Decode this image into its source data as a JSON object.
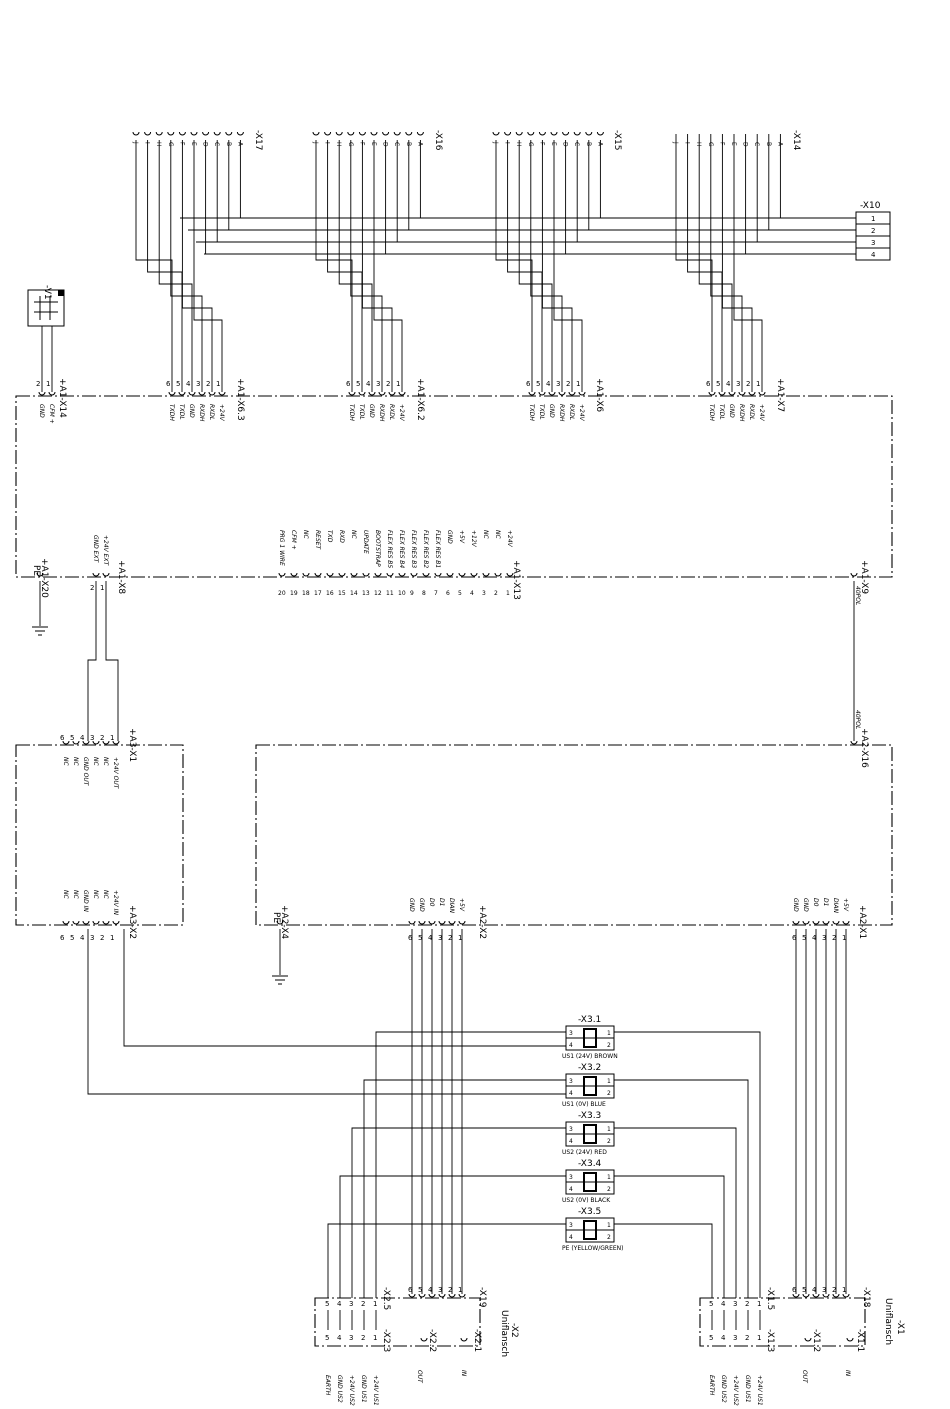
{
  "terminals": {
    "x17": "-X17",
    "x16": "-X16",
    "x15": "-X15",
    "x14": "-X14",
    "x10": "-X10",
    "v1": "-V1",
    "a1x14": "+A1-X14",
    "a1x63": "+A1-X6.3",
    "a1x62": "+A1-X6.2",
    "a1x6": "+A1-X6",
    "a1x7": "+A1-X7",
    "a1x20": "+A1-X20",
    "a1x8": "+A1-X8",
    "a1x13": "+A1-X13",
    "a1x9": "+A1-X9",
    "a3x1": "+A3-X1",
    "a3x2": "+A3-X2",
    "a2x16": "+A2-X16",
    "a2x4": "+A2-X4",
    "a2x2": "+A2-X2",
    "a2x1": "+A2-X1",
    "x31": "-X3.1",
    "x32": "-X3.2",
    "x33": "-X3.3",
    "x34": "-X3.4",
    "x35": "-X3.5",
    "x19": "-X19",
    "x25": "-X2.5",
    "x23": "-X2.3",
    "x22": "-X2.2",
    "x21": "-X2.1",
    "x18": "-X18",
    "x15b": "-X1.5",
    "x13b": "-X1.3",
    "x12": "-X1.2",
    "x11": "-X1.1",
    "x2": "-X2",
    "x1": "-X1",
    "uniflansch": "Uniflansch",
    "pe": "PE"
  },
  "x10_pins": [
    "1",
    "2",
    "3",
    "4"
  ],
  "bus_letters": [
    "J",
    "I",
    "H",
    "G",
    "F",
    "E",
    "D",
    "C",
    "B",
    "A"
  ],
  "x6_pins": [
    "6",
    "5",
    "4",
    "3",
    "2",
    "1"
  ],
  "x6_signals": [
    "TXDH",
    "TXDL",
    "GND",
    "RXDH",
    "RXDL",
    "+24V"
  ],
  "x14_pins": [
    "2",
    "1"
  ],
  "x14_signals": [
    "GND",
    "CFM +"
  ],
  "x8_pins": [
    "2",
    "1"
  ],
  "x8_signals": [
    "GND EXT",
    "+24V EXT"
  ],
  "x13_pins": [
    "20",
    "19",
    "18",
    "17",
    "16",
    "15",
    "14",
    "13",
    "12",
    "11",
    "10",
    "9",
    "8",
    "7",
    "6",
    "5",
    "4",
    "3",
    "2",
    "1"
  ],
  "x13_signals": [
    "PRG 1 WIRE",
    "CFM +",
    "NC",
    "RESET",
    "TXD",
    "RXD",
    "NC",
    "UPDATE",
    "BOOTSTRAP",
    "FLEX RES B5",
    "FLEX RES B4",
    "FLEX RES B3",
    "FLEX RES B2",
    "FLEX RES B1",
    "GND",
    "+5V",
    "+12V",
    "NC",
    "NC",
    "+24V"
  ],
  "x9_signal": "40POL",
  "a3x1_pins": [
    "6",
    "5",
    "4",
    "3",
    "2",
    "1"
  ],
  "a3x1_signals": [
    "NC",
    "NC",
    "GND OUT",
    "NC",
    "NC",
    "+24V OUT"
  ],
  "a3x2_pins": [
    "6",
    "5",
    "4",
    "3",
    "2",
    "1"
  ],
  "a3x2_signals": [
    "NC",
    "NC",
    "GND IN",
    "NC",
    "NC",
    "+24V IN"
  ],
  "a2x2_pins": [
    "6",
    "5",
    "4",
    "3",
    "2",
    "1"
  ],
  "a2x2_signals": [
    "GND",
    "GND",
    "D0",
    "D1",
    "DIAN",
    "+5V"
  ],
  "x3_rows": [
    {
      "caption": "US1 (24V) BROWN"
    },
    {
      "caption": "US1 (0V) BLUE"
    },
    {
      "caption": "US2 (24V) RED"
    },
    {
      "caption": "US2 (0V) BLACK"
    },
    {
      "caption": "PE (YELLOW/GREEN)"
    }
  ],
  "x3_pins": [
    "3",
    "4",
    "1",
    "2"
  ],
  "x19_pins": [
    "6",
    "5",
    "4",
    "3",
    "2",
    "1"
  ],
  "x25_pins": [
    "5",
    "4",
    "3",
    "2",
    "1"
  ],
  "bottom_left_signals": [
    "EARTH",
    "GND US2",
    "+24V US2",
    "GND US1",
    "+24V US1"
  ],
  "io": {
    "out": "OUT",
    "in": "IN"
  }
}
